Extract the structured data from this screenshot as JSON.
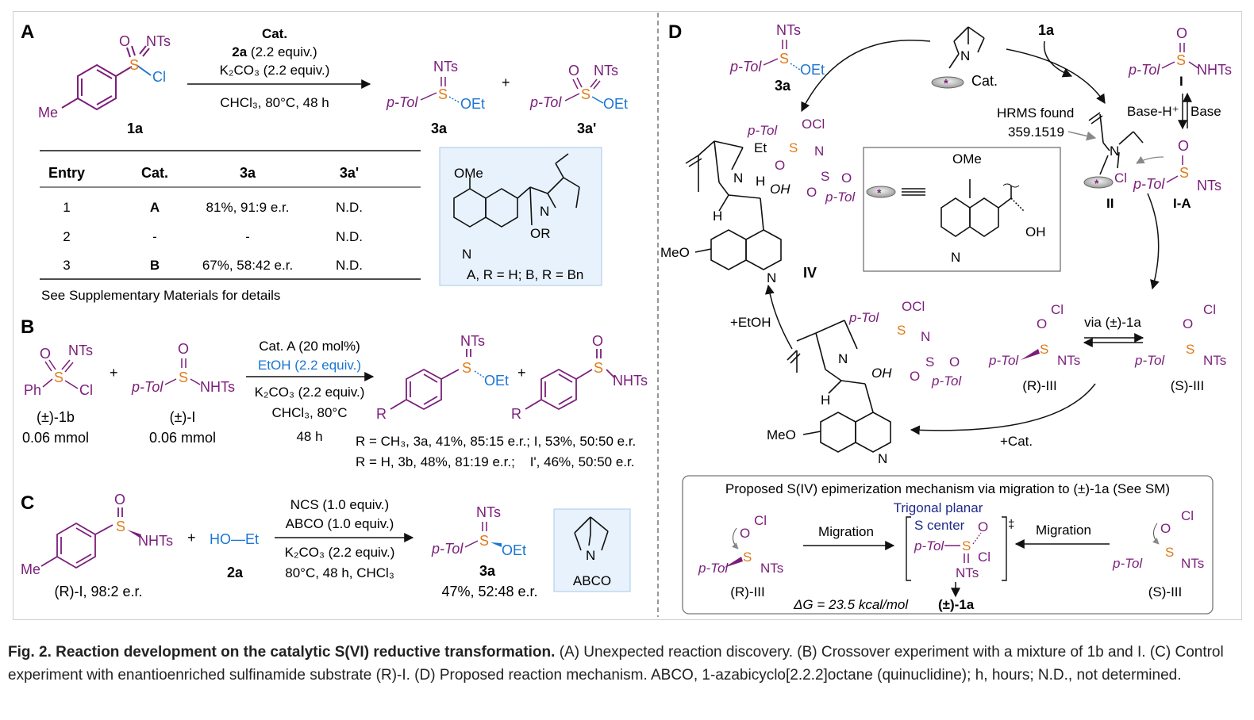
{
  "panels": {
    "A": "A",
    "B": "B",
    "C": "C",
    "D": "D"
  },
  "colors": {
    "purple": "#7b1e7a",
    "blue": "#1a75d2",
    "sulfur": "#e07b18",
    "navy": "#1f2a8a",
    "box_fill": "#e8f2fc"
  },
  "labels": {
    "nts": "NTs",
    "o": "O",
    "cl": "Cl",
    "me": "Me",
    "ptol": "p-Tol",
    "oet": "OEt",
    "ph": "Ph",
    "nhts": "NHTs",
    "s": "S",
    "n": "N",
    "h": "H",
    "oh": "OH",
    "ome": "OMe",
    "meo": "MeO",
    "or": "OR",
    "et": "Et",
    "ocl": "OCl",
    "plus": "+",
    "star": "*"
  },
  "panelA": {
    "cond1": "Cat.",
    "cond2a": "2a",
    "cond2b": " (2.2 equiv.)",
    "cond3": "K₂CO₃ (2.2 equiv.)",
    "cond4": "CHCl₃, 80°C, 48 h",
    "c1a": "1a",
    "c3a": "3a",
    "c3ap": "3a'",
    "table_headers": [
      "Entry",
      "Cat.",
      "3a",
      "3a'"
    ],
    "rows": [
      [
        "1",
        "A",
        "81%, 91:9 e.r.",
        "N.D."
      ],
      [
        "2",
        "-",
        "-",
        "N.D."
      ],
      [
        "3",
        "B",
        "67%, 58:42 e.r.",
        "N.D."
      ]
    ],
    "note": "See Supplementary Materials for details",
    "cat_label": "A, R = H; B, R = Bn"
  },
  "panelB": {
    "c1b": "(±)-1b",
    "amt1": "0.06 mmol",
    "cI": "(±)-I",
    "amt2": "0.06 mmol",
    "cond1": "Cat. A (20 mol%)",
    "cond2": "EtOH (2.2 equiv.)",
    "cond3": "K₂CO₃ (2.2 equiv.)",
    "cond4": "CHCl₃, 80°C",
    "cond5": "48 h",
    "r": "R",
    "res1": "R = CH₃, 3a, 41%, 85:15 e.r.; I, 53%, 50:50 e.r.",
    "res2": "R = H, 3b, 48%, 81:19 e.r.;    I', 46%, 50:50 e.r."
  },
  "panelC": {
    "cRI": "(R)-I, 98:2 e.r.",
    "hoet": "HO—Et",
    "c2a": "2a",
    "cond1": "NCS (1.0 equiv.)",
    "cond2": "ABCO (1.0 equiv.)",
    "cond3": "K₂CO₃ (2.2 equiv.)",
    "cond4": "80°C, 48 h, CHCl₃",
    "c3a": "3a",
    "yield": "47%, 52:48 e.r.",
    "abco": "ABCO"
  },
  "panelD": {
    "c1a": "1a",
    "c3a": "3a",
    "cat": "Cat.",
    "hrms1": "HRMS found",
    "hrms2": "359.1519",
    "baseh": "Base-H⁺",
    "base": "Base",
    "cI": "I",
    "cII": "II",
    "cIA": "I-A",
    "cIV": "IV",
    "etoh": "+EtOH",
    "via": "via (±)-1a",
    "rIII": "(R)-III",
    "sIII": "(S)-III",
    "pluscat": "+Cat.",
    "box_title": "Proposed S(IV) epimerization mechanism via migration to (±)-1a (See SM)",
    "trigonal": "Trigonal planar",
    "scenter": "S center",
    "migration": "Migration",
    "dg": "ΔG = 23.5 kcal/mol",
    "pm1a": "(±)-1a",
    "dagger": "‡"
  },
  "caption": {
    "bold": "Fig. 2. Reaction development on the catalytic S(VI) reductive transformation.",
    "text": " (A) Unexpected reaction discovery. (B) Crossover experiment with a mixture of 1b and I. (C) Control experiment with enantioenriched sulfinamide substrate (R)-I. (D) Proposed reaction mechanism. ABCO, 1-azabicyclo[2.2.2]octane (quinuclidine); h, hours; N.D., not determined."
  }
}
